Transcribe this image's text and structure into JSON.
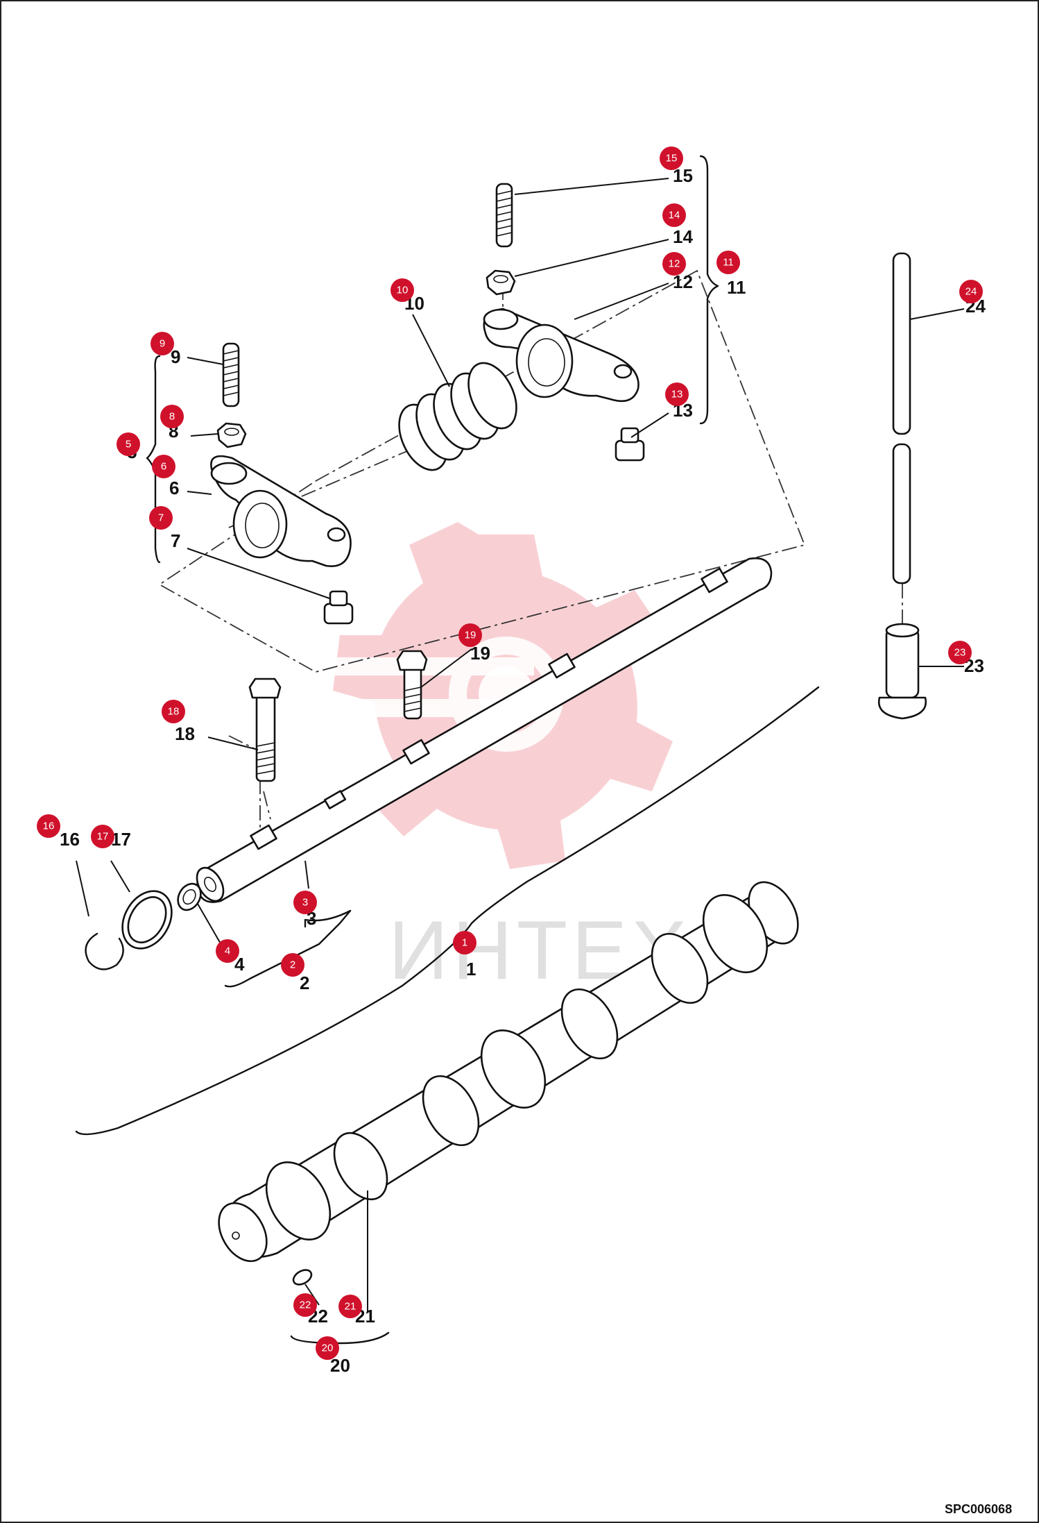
{
  "diagram": {
    "drawing_code": "SPC006068",
    "watermark_text": "ИНТЕХ",
    "accent_color": "#d0112b",
    "callouts": [
      {
        "id": "1",
        "label": "1"
      },
      {
        "id": "2",
        "label": "2"
      },
      {
        "id": "3",
        "label": "3"
      },
      {
        "id": "4",
        "label": "4"
      },
      {
        "id": "5",
        "label": "5"
      },
      {
        "id": "6",
        "label": "6"
      },
      {
        "id": "7",
        "label": "7"
      },
      {
        "id": "8",
        "label": "8"
      },
      {
        "id": "9",
        "label": "9"
      },
      {
        "id": "10",
        "label": "10"
      },
      {
        "id": "11",
        "label": "11"
      },
      {
        "id": "12",
        "label": "12"
      },
      {
        "id": "13",
        "label": "13"
      },
      {
        "id": "14",
        "label": "14"
      },
      {
        "id": "15",
        "label": "15"
      },
      {
        "id": "16",
        "label": "16"
      },
      {
        "id": "17",
        "label": "17"
      },
      {
        "id": "18",
        "label": "18"
      },
      {
        "id": "19",
        "label": "19"
      },
      {
        "id": "20",
        "label": "20"
      },
      {
        "id": "21",
        "label": "21"
      },
      {
        "id": "22",
        "label": "22"
      },
      {
        "id": "23",
        "label": "23"
      },
      {
        "id": "24",
        "label": "24"
      }
    ],
    "markers": [
      {
        "id": "1",
        "label": "1"
      },
      {
        "id": "2",
        "label": "2"
      },
      {
        "id": "3",
        "label": "3"
      },
      {
        "id": "4",
        "label": "4"
      },
      {
        "id": "5",
        "label": "5"
      },
      {
        "id": "6",
        "label": "6"
      },
      {
        "id": "7",
        "label": "7"
      },
      {
        "id": "8",
        "label": "8"
      },
      {
        "id": "9",
        "label": "9"
      },
      {
        "id": "10",
        "label": "10"
      },
      {
        "id": "11",
        "label": "11"
      },
      {
        "id": "12",
        "label": "12"
      },
      {
        "id": "13",
        "label": "13"
      },
      {
        "id": "14",
        "label": "14"
      },
      {
        "id": "15",
        "label": "15"
      },
      {
        "id": "16",
        "label": "16"
      },
      {
        "id": "17",
        "label": "17"
      },
      {
        "id": "18",
        "label": "18"
      },
      {
        "id": "19",
        "label": "19"
      },
      {
        "id": "20",
        "label": "20"
      },
      {
        "id": "21",
        "label": "21"
      },
      {
        "id": "22",
        "label": "22"
      },
      {
        "id": "23",
        "label": "23"
      },
      {
        "id": "24",
        "label": "24"
      }
    ]
  }
}
